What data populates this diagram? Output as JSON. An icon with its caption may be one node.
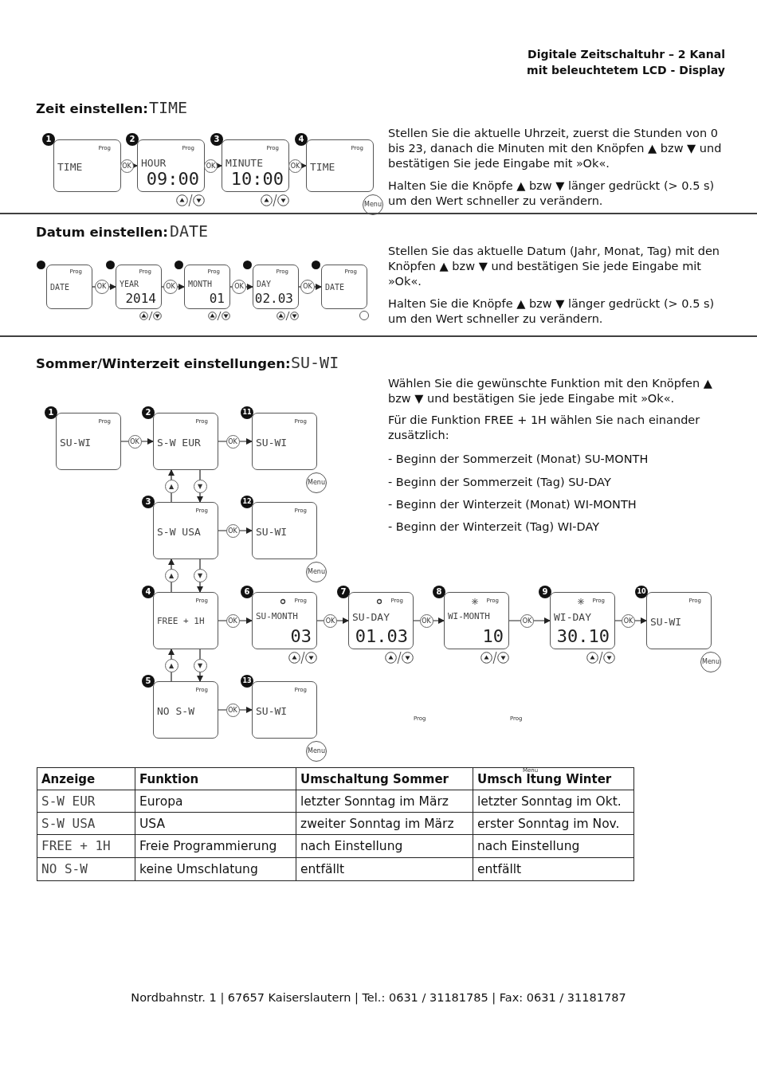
{
  "diagram": {
    "title": "Digitale Zeitschaltuhr – 2 Kanal mit beleuchtetem LCD - Display",
    "nodes": [
      {
        "text": [
          "Prog",
          "TIME"
        ],
        "beside": [
          "1"
        ]
      },
      {
        "text": [
          "Prog",
          "HOUR",
          "09:00"
        ],
        "beside": [
          "2"
        ]
      },
      {
        "text": [
          "Prog",
          "MINUTE",
          "10:00"
        ],
        "beside": [
          "3"
        ]
      },
      {
        "text": [
          "Prog",
          "TIME"
        ],
        "beside": [
          "4",
          "Menu"
        ]
      },
      {
        "text": [
          "Prog",
          "DATE"
        ]
      },
      {
        "text": [
          "Prog",
          "YEAR",
          "2014"
        ]
      },
      {
        "text": [
          "Prog",
          "MONTH",
          "01"
        ]
      },
      {
        "text": [
          "Prog",
          "DAY",
          "02.03"
        ]
      },
      {
        "text": [
          "Prog",
          "DATE"
        ]
      },
      {
        "text": [
          "Prog",
          "SU-WI"
        ],
        "beside": [
          "1"
        ]
      },
      {
        "text": [
          "Prog",
          "S-W EUR"
        ],
        "beside": [
          "2"
        ]
      },
      {
        "text": [
          "Prog",
          "SU-WI"
        ],
        "beside": [
          "11",
          "Menu"
        ]
      },
      {
        "text": [
          "Prog",
          "S-W USA"
        ],
        "beside": [
          "3"
        ]
      },
      {
        "text": [
          "Prog",
          "SU-WI"
        ],
        "beside": [
          "12",
          "Menu"
        ]
      },
      {
        "text": [
          "Prog",
          "FREE + 1H"
        ],
        "beside": [
          "4"
        ]
      },
      {
        "text": [
          "Prog",
          "SU-MONTH",
          "03"
        ],
        "beside": [
          "6"
        ]
      },
      {
        "text": [
          "Prog",
          "SU-DAY",
          "01.03"
        ],
        "beside": [
          "7"
        ]
      },
      {
        "text": [
          "Prog",
          "WI-MONTH",
          "10"
        ],
        "beside": [
          "8"
        ]
      },
      {
        "text": [
          "Prog",
          "WI-DAY",
          "30.10"
        ],
        "beside": [
          "9"
        ]
      },
      {
        "text": [
          "Prog",
          "SU-WI"
        ],
        "beside": [
          "10",
          "Menu"
        ]
      },
      {
        "text": [
          "Prog",
          "NO S-W"
        ],
        "beside": [
          "5"
        ]
      },
      {
        "text": [
          "Prog",
          "SU-WI"
        ],
        "beside": [
          "13",
          "Menu"
        ]
      }
    ],
    "edges": [
      {
        "from": 0,
        "to": 1,
        "arrow": "to",
        "label": "OK"
      },
      {
        "from": 1,
        "to": 2,
        "arrow": "to",
        "label": "OK"
      },
      {
        "from": 2,
        "to": 3,
        "arrow": "to",
        "label": "OK"
      },
      {
        "from": 4,
        "to": 5,
        "arrow": "to",
        "label": "OK"
      },
      {
        "from": 5,
        "to": 6,
        "arrow": "to",
        "label": "OK"
      },
      {
        "from": 6,
        "to": 7,
        "arrow": "to",
        "label": "OK"
      },
      {
        "from": 7,
        "to": 8,
        "arrow": "to",
        "label": "OK"
      },
      {
        "from": 9,
        "to": 10,
        "arrow": "to",
        "label": "OK"
      },
      {
        "from": 10,
        "to": 11,
        "arrow": "to",
        "label": "OK"
      },
      {
        "from": 12,
        "to": 10,
        "arrow": "to",
        "label": "▲"
      },
      {
        "from": 10,
        "to": 12,
        "arrow": "to",
        "label": "▼"
      },
      {
        "from": 12,
        "to": 13,
        "arrow": "to",
        "label": "OK"
      },
      {
        "from": 14,
        "to": 12,
        "arrow": "to",
        "label": "▲"
      },
      {
        "from": 12,
        "to": 14,
        "arrow": "to",
        "label": "▼"
      },
      {
        "from": 14,
        "to": 15,
        "arrow": "to",
        "label": "OK"
      },
      {
        "from": 15,
        "to": 16,
        "arrow": "to",
        "label": "OK"
      },
      {
        "from": 16,
        "to": 17,
        "arrow": "to",
        "label": "OK"
      },
      {
        "from": 17,
        "to": 18,
        "arrow": "to",
        "label": "OK"
      },
      {
        "from": 18,
        "to": 19,
        "arrow": "to",
        "label": "OK"
      },
      {
        "from": 20,
        "to": 14,
        "arrow": "to",
        "label": "▲"
      },
      {
        "from": 14,
        "to": 20,
        "arrow": "to",
        "label": "▼"
      },
      {
        "from": 20,
        "to": 21,
        "arrow": "to",
        "label": "OK"
      }
    ],
    "labels": [
      "Zeit einstellen:",
      "TIME",
      "Stellen Sie die aktuelle Uhrzeit, zuerst die Stunden von 0 bis 23, danach die Minuten mit den Knöpfen ▲ bzw ▼ und bestätigen Sie jede Eingabe mit »Ok«.",
      "Halten Sie die Knöpfe ▲ bzw ▼ länger gedrückt (> 0.5 s) um den Wert schneller zu verändern.",
      "Datum einstellen:",
      "DATE",
      "Stellen Sie das aktuelle Datum (Jahr, Monat, Tag) mit den Knöpfen ▲ bzw ▼ und bestätigen Sie jede Eingabe mit »Ok«.",
      "Halten Sie die Knöpfe ▲ bzw ▼ länger gedrückt (> 0.5 s) um den Wert schneller zu verändern.",
      "Sommer/Winterzeit einstellungen:",
      "SU-WI",
      "Wählen Sie die gewünschte Funktion mit den Knöpfen ▲ bzw ▼ und bestätigen Sie jede Eingabe mit »Ok«.",
      "Für die Funktion FREE + 1H wählen Sie nach einander zusätzlich:",
      "- Beginn der Sommerzeit (Monat) SU-MONTH",
      "- Beginn der Sommerzeit (Tag) SU-DAY",
      "- Beginn der Winterzeit (Monat) WI-MONTH",
      "- Beginn der Winterzeit (Tag) WI-DAY",
      "Prog",
      "Prog",
      "Menu",
      "Anzeige",
      "Funktion",
      "Umschaltung Sommer",
      "Umsch ltung Winter",
      "S-W EUR",
      "Europa",
      "letzter Sonntag im März",
      "letzter Sonntag im Okt.",
      "S-W USA",
      "USA",
      "zweiter Sonntag im März",
      "erster Sonntag im Nov.",
      "FREE + 1H",
      "Freie Programmierung",
      "nach Einstellung",
      "nach Einstellung",
      "NO S-W",
      "keine Umschlatung",
      "entfällt",
      "entfällt",
      "Nordbahnstr. 1 | 67657 Kaiserslautern | Tel.: 0631 / 31181785 | Fax: 0631 / 31181787"
    ]
  }
}
